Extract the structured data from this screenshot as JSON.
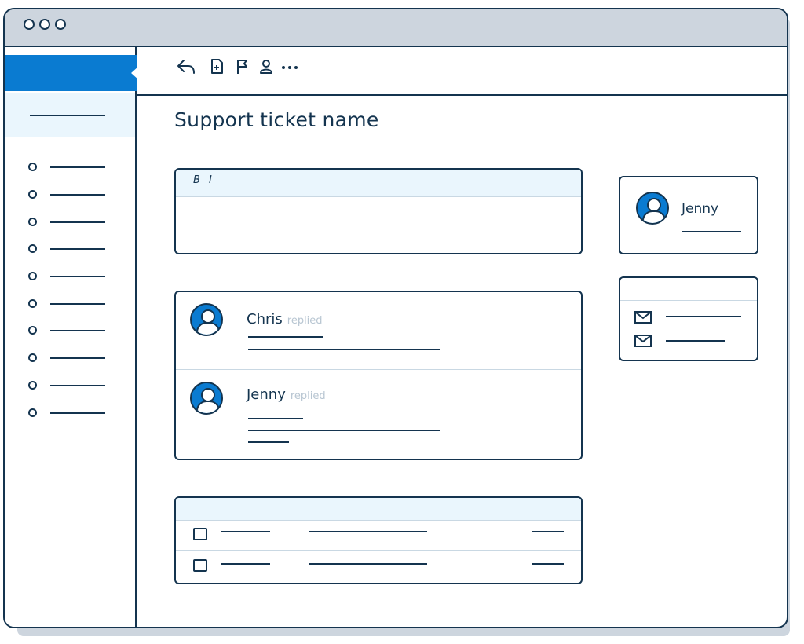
{
  "window": {
    "controls": [
      "close",
      "minimize",
      "maximize"
    ]
  },
  "toolbar": {
    "icons": [
      "reply-icon",
      "new-document-icon",
      "flag-icon",
      "user-icon",
      "more-icon"
    ]
  },
  "ticket": {
    "title": "Support ticket name"
  },
  "editor": {
    "bold_label": "B",
    "italic_label": "I"
  },
  "conversation": [
    {
      "author": "Chris",
      "action": "replied"
    },
    {
      "author": "Jenny",
      "action": "replied"
    }
  ],
  "assignee": {
    "name": "Jenny"
  },
  "colors": {
    "accent": "#0a7bd1",
    "ink": "#14344f",
    "light_blue": "#eaf6fd",
    "chrome": "#cdd5de",
    "muted": "#b8c6d2"
  }
}
